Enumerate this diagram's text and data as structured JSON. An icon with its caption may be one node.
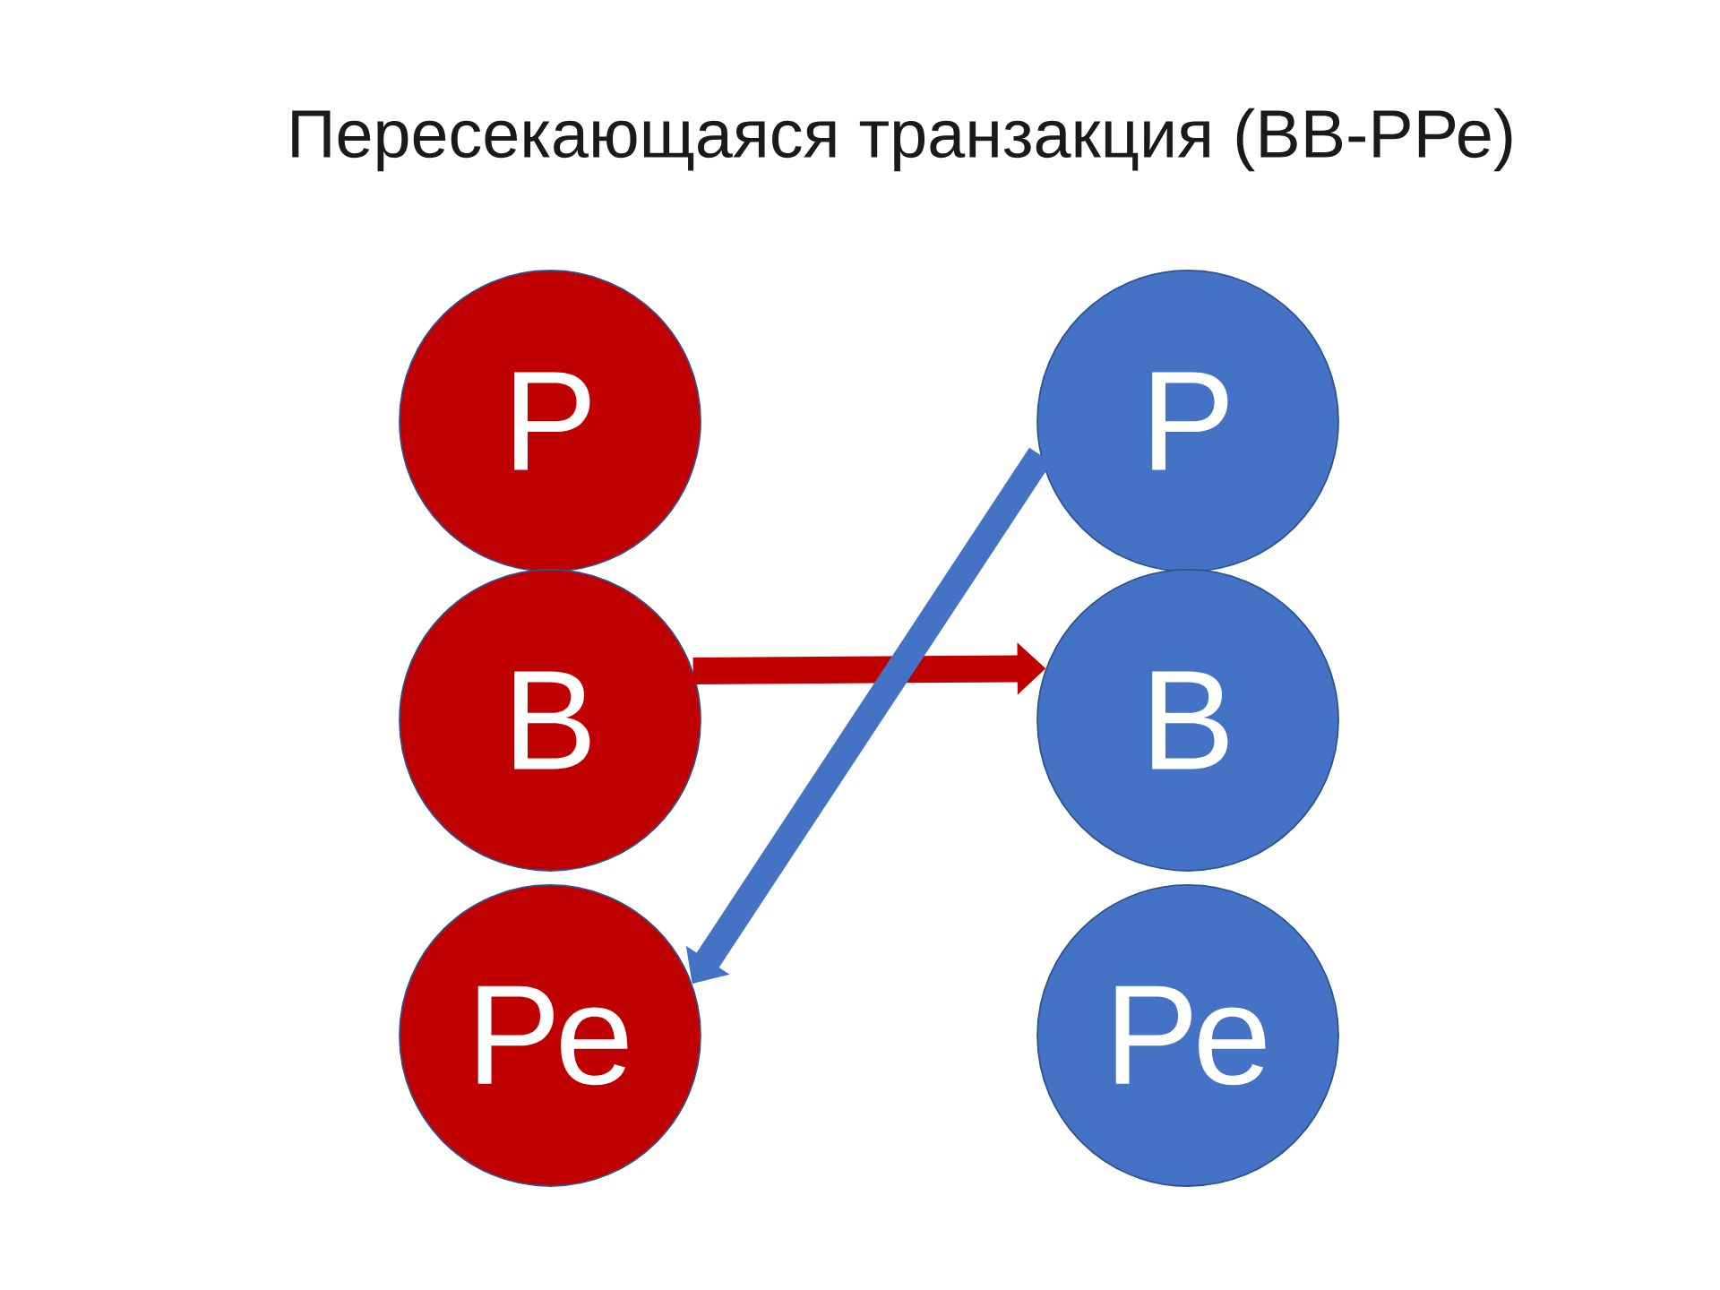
{
  "diagram": {
    "title": "Пересекающаяся транзакция (ВВ-РРе)",
    "nodes": [
      {
        "text": [
          "Р"
        ]
      },
      {
        "text": [
          "В"
        ]
      },
      {
        "text": [
          "Ре"
        ]
      },
      {
        "text": [
          "Р"
        ]
      },
      {
        "text": [
          "В"
        ]
      },
      {
        "text": [
          "Ре"
        ]
      }
    ],
    "edges": [
      {
        "from": 1,
        "to": 4,
        "arrow": "to",
        "color": "#c00000"
      },
      {
        "from": 3,
        "to": 2,
        "arrow": "to",
        "color": "#4472c4"
      }
    ]
  }
}
